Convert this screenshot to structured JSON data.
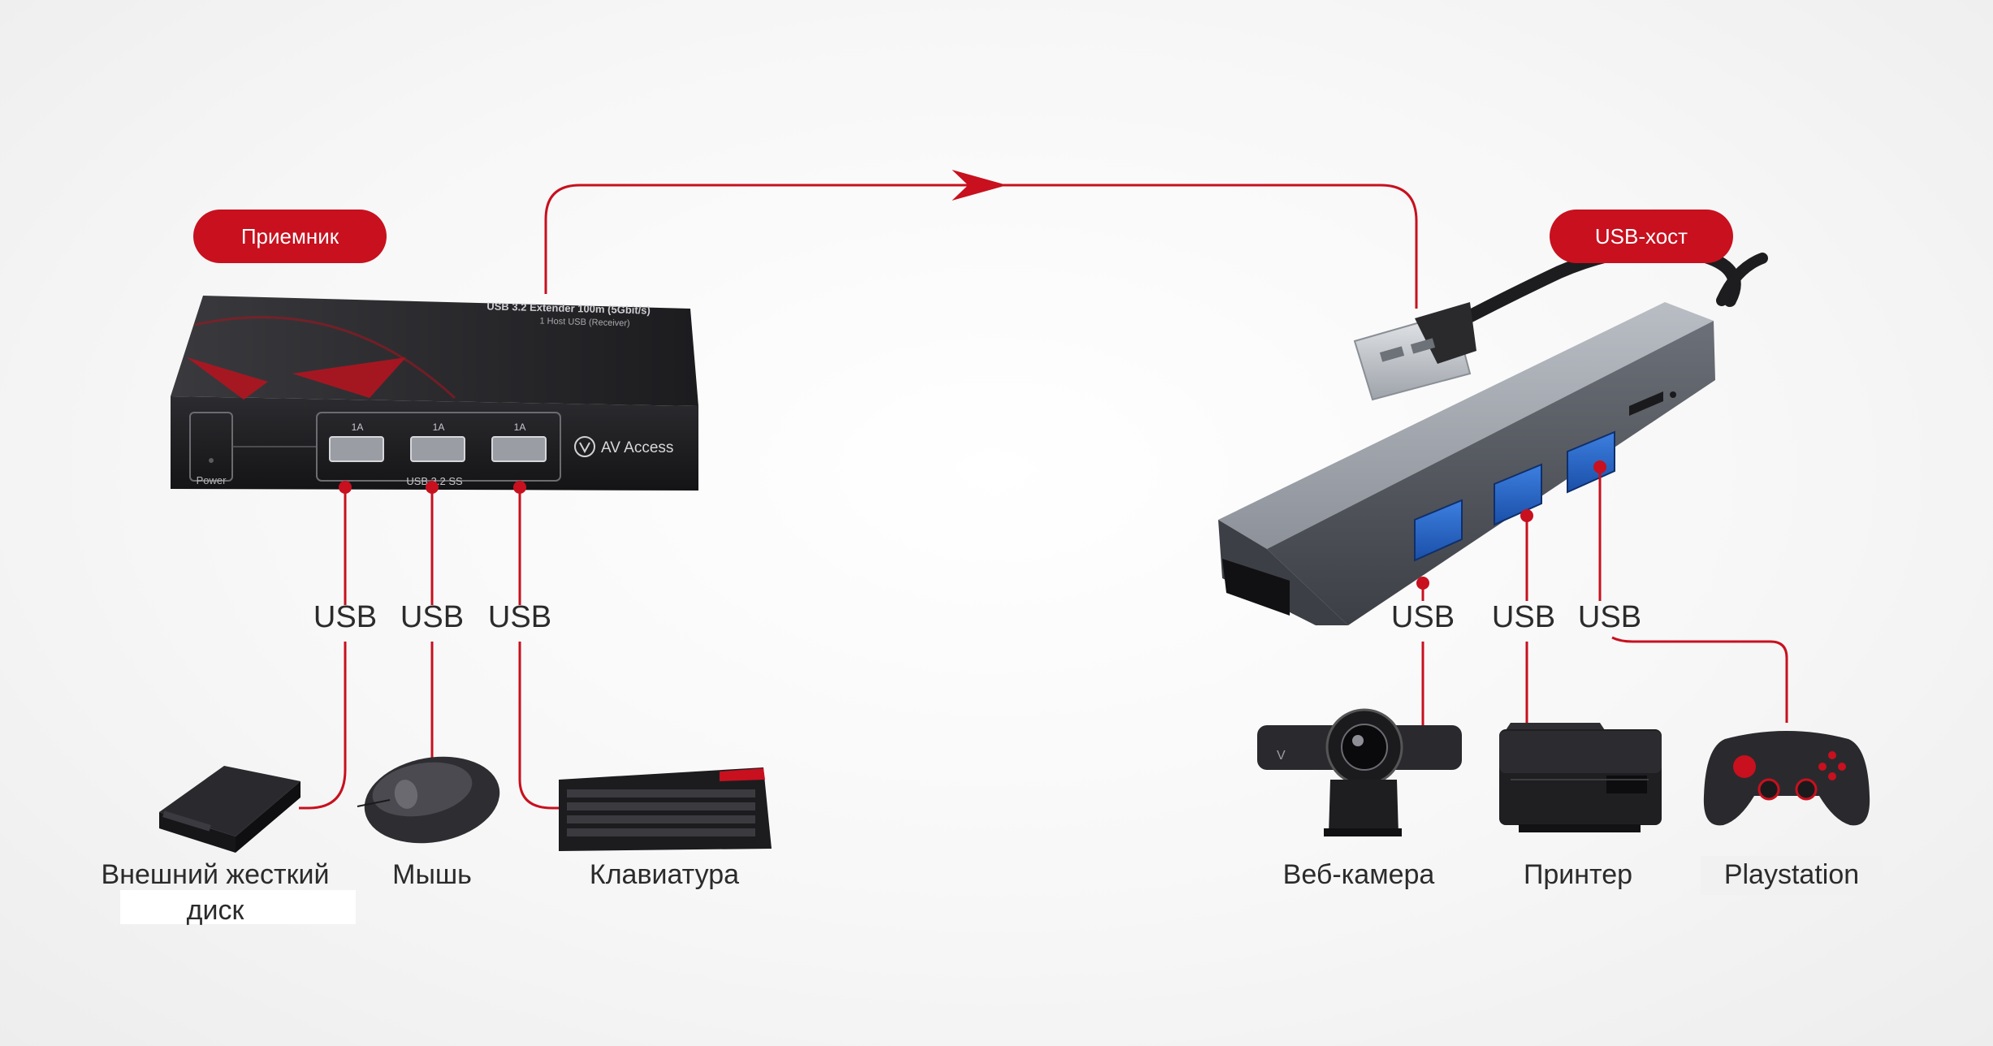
{
  "colors": {
    "accent": "#c8101e",
    "text": "#2b2b2b"
  },
  "receiver": {
    "badge": "Приемник",
    "panel_text": "USB 3.2 Extender 100m (5Gbit/s)",
    "panel_subtext": "1 Host USB (Receiver)",
    "port_labels": [
      "1A",
      "1A",
      "1A"
    ],
    "port_group_label": "USB 3.2 SS",
    "power_label": "Power",
    "brand": "AV Access"
  },
  "host": {
    "badge": "USB-хост"
  },
  "left_links": [
    {
      "port": "USB",
      "device": "Внешний жесткий",
      "device_line2": "диск",
      "icon": "external-hard-drive-icon"
    },
    {
      "port": "USB",
      "device": "Мышь",
      "icon": "mouse-icon"
    },
    {
      "port": "USB",
      "device": "Клавиатура",
      "icon": "keyboard-icon"
    }
  ],
  "right_links": [
    {
      "port": "USB",
      "device": "Веб-камера",
      "icon": "webcam-icon"
    },
    {
      "port": "USB",
      "device": "Принтер",
      "icon": "printer-icon"
    },
    {
      "port": "USB",
      "device": "Playstation",
      "icon": "gamepad-icon"
    }
  ]
}
